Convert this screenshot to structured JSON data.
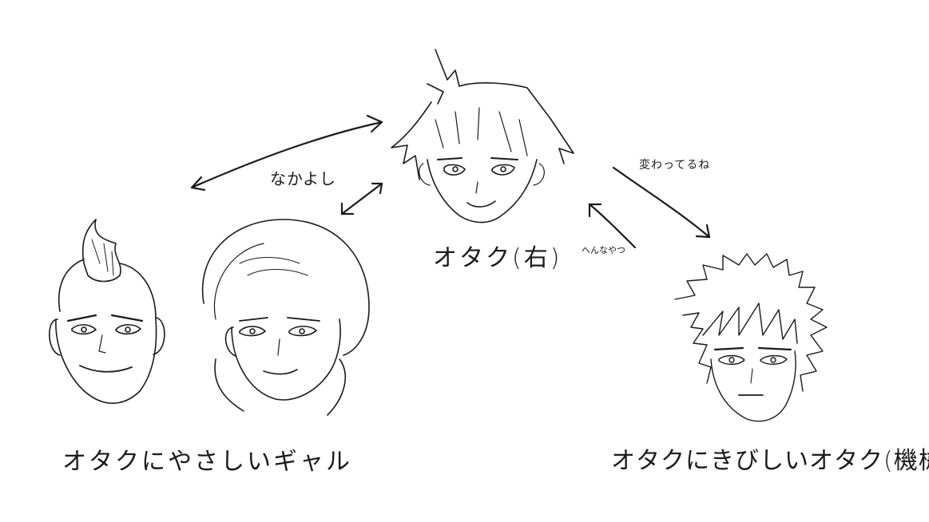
{
  "labels": {
    "center_character": "オタク(右)",
    "left_group": "オタクにやさしいギャル",
    "right_character": "オタクにきびしいオタク(機械)",
    "relation_top": "なかよし",
    "relation_right_down": "変わってるね",
    "relation_right_up": "へんなやつ"
  },
  "colors": {
    "ink": "#1a1a1a",
    "paper": "#ffffff"
  }
}
